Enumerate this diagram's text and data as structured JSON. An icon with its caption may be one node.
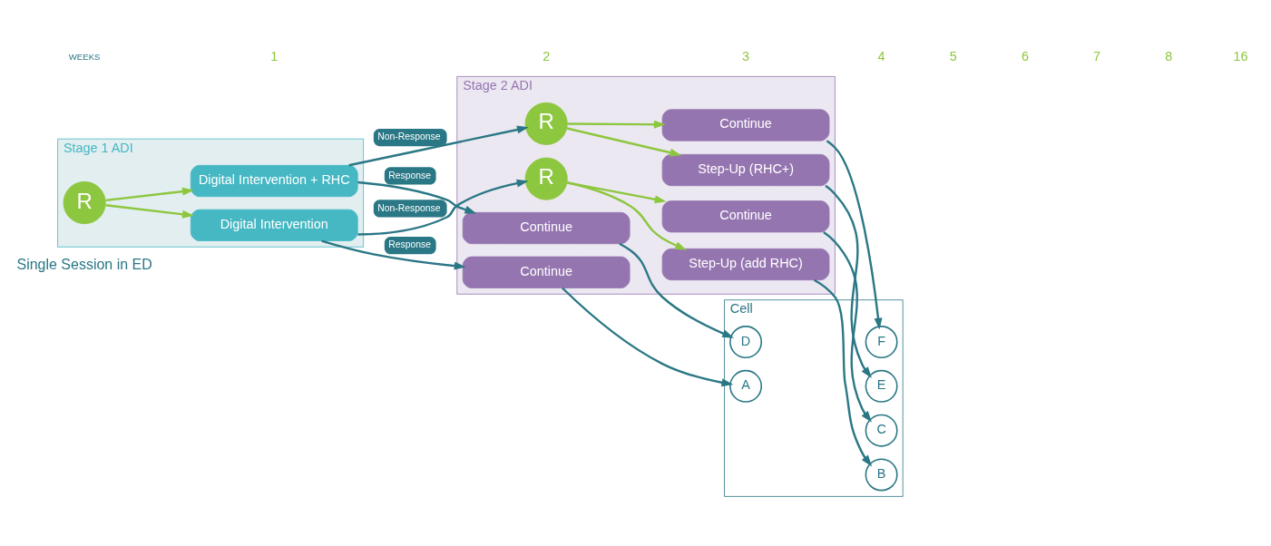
{
  "diagram": {
    "nodes": [
      {
        "text": [
          "Stage 1 ADI"
        ]
      },
      {
        "text": [
          "R"
        ],
        "in": 0
      },
      {
        "text": [
          "Digital Intervention"
        ],
        "in": 0
      },
      {
        "text": [
          "Digital Intervention + RHC"
        ],
        "in": 0
      },
      {
        "text": [
          "Stage 2 ADI"
        ]
      },
      {
        "text": [
          "R"
        ],
        "in": 4
      },
      {
        "text": [
          "Continue"
        ],
        "in": 4
      },
      {
        "text": [
          "Step-Up (add RHC)"
        ],
        "in": 4
      },
      {
        "text": [
          "Continue"
        ],
        "in": 4
      },
      {
        "text": [
          "R"
        ],
        "in": 4
      },
      {
        "text": [
          "Continue"
        ],
        "in": 4
      },
      {
        "text": [
          "Step-Up (RHC+)"
        ],
        "in": 4
      },
      {
        "text": [
          "Continue"
        ],
        "in": 4
      },
      {
        "text": [
          "Cell"
        ]
      },
      {
        "text": [
          "A"
        ],
        "in": 13
      },
      {
        "text": [
          "B"
        ],
        "in": 13
      },
      {
        "text": [
          "C"
        ],
        "in": 13
      },
      {
        "text": [
          "D"
        ],
        "in": 13
      },
      {
        "text": [
          "E"
        ],
        "in": 13
      },
      {
        "text": [
          "F"
        ],
        "in": 13
      }
    ],
    "edges": [
      {
        "from": 1,
        "to": 2,
        "arrow": "to",
        "color": "#8dc63f"
      },
      {
        "from": 1,
        "to": 3,
        "arrow": "to",
        "color": "#8dc63f"
      },
      {
        "from": 2,
        "to": 6,
        "arrow": "to",
        "label": "Response"
      },
      {
        "from": 2,
        "to": 5,
        "arrow": "to",
        "label": "Non-Response"
      },
      {
        "from": 5,
        "to": 7,
        "arrow": "to",
        "color": "#8dc63f"
      },
      {
        "from": 5,
        "to": 8,
        "arrow": "to",
        "color": "#8dc63f"
      },
      {
        "from": 3,
        "to": 10,
        "arrow": "to",
        "label": "Response"
      },
      {
        "from": 3,
        "to": 9,
        "arrow": "to",
        "label": "Non-Response"
      },
      {
        "from": 9,
        "to": 11,
        "arrow": "to",
        "color": "#8dc63f"
      },
      {
        "from": 9,
        "to": 12,
        "arrow": "to",
        "color": "#8dc63f"
      },
      {
        "from": 6,
        "to": 14,
        "arrow": "to"
      },
      {
        "from": 7,
        "to": 15,
        "arrow": "to"
      },
      {
        "from": 8,
        "to": 16,
        "arrow": "to"
      },
      {
        "from": 10,
        "to": 17,
        "arrow": "to"
      },
      {
        "from": 11,
        "to": 18,
        "arrow": "to"
      },
      {
        "from": 12,
        "to": 19,
        "arrow": "to"
      }
    ],
    "labels": [
      "Single Session in ED",
      "WEEKS",
      "1",
      "2",
      "3",
      "4",
      "5",
      "6",
      "7",
      "8",
      "16"
    ]
  }
}
